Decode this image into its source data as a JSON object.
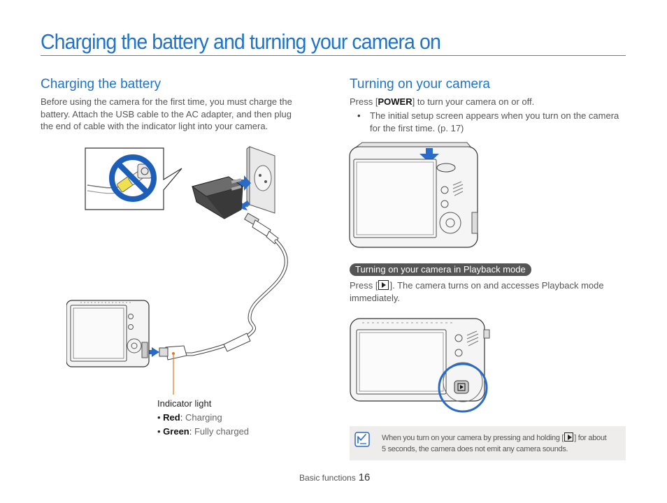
{
  "page": {
    "title": "Charging the battery and turning your camera on"
  },
  "left": {
    "heading": "Charging the battery",
    "body_lines": [
      "Before using the camera for the first time, you must charge the",
      "battery. Attach the USB cable to the AC adapter, and then plug",
      "the end of cable with the indicator light into your camera."
    ],
    "indicator": {
      "title": "Indicator light",
      "items": [
        {
          "label": "Red",
          "value": "Charging"
        },
        {
          "label": "Green",
          "value": "Fully charged"
        }
      ]
    }
  },
  "right": {
    "heading": "Turning on your camera",
    "press_prefix": "Press [",
    "power_key": "POWER",
    "press_suffix": "] to turn your camera on or off.",
    "bullet_lines": [
      "The initial setup screen appears when you turn on the camera",
      "for the first time. (p. 17)"
    ],
    "playback_pill": "Turning on your camera in Playback mode",
    "playback_prefix": "Press [",
    "playback_suffix": "]. The camera turns on and accesses Playback mode",
    "playback_line2": "immediately.",
    "note_prefix": "When you turn on your camera by pressing and holding [",
    "note_suffix": "] for about",
    "note_line2": "5 seconds, the camera does not emit any camera sounds."
  },
  "footer": {
    "section": "Basic functions",
    "page_number": "16"
  },
  "colors": {
    "accent": "#1f73c8",
    "pill": "#555555",
    "note_bg": "#efedeb",
    "indicator_line": "#e07a20"
  },
  "icons": {
    "note": "note-pencil-icon",
    "playback": "playback-button-icon",
    "prohibited": "prohibited-icon"
  }
}
